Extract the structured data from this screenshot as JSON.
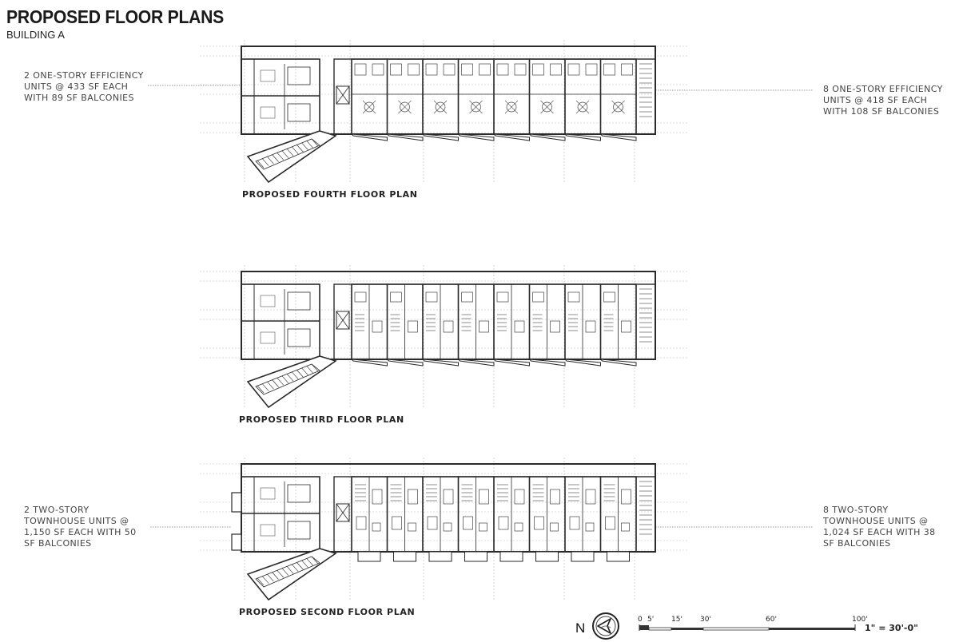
{
  "header": {
    "title": "PROPOSED FLOOR PLANS",
    "subtitle": "BUILDING A"
  },
  "plans": [
    {
      "key": "fourth",
      "label": "PROPOSED FOURTH FLOOR PLAN",
      "left_note": [
        "2 ONE-STORY EFFICIENCY",
        "UNITS @ 433 SF EACH",
        "WITH 89 SF BALCONIES"
      ],
      "right_note": [
        "8 ONE-STORY EFFICIENCY",
        "UNITS @ 418 SF EACH",
        "WITH 108 SF BALCONIES"
      ]
    },
    {
      "key": "third",
      "label": "PROPOSED THIRD FLOOR PLAN"
    },
    {
      "key": "second",
      "label": "PROPOSED SECOND FLOOR PLAN",
      "left_note": [
        "2 TWO-STORY",
        "TOWNHOUSE UNITS @",
        "1,150 SF EACH WITH 50",
        "SF BALCONIES"
      ],
      "right_note": [
        "8 TWO-STORY",
        "TOWNHOUSE UNITS @",
        "1,024 SF EACH WITH 38",
        "SF BALCONIES"
      ]
    }
  ],
  "north_arrow": {
    "letter": "N"
  },
  "scale_bar": {
    "ticks": [
      "0",
      "5'",
      "15'",
      "30'",
      "60'",
      "100'"
    ],
    "ratio": "1\" = 30'-0\""
  }
}
